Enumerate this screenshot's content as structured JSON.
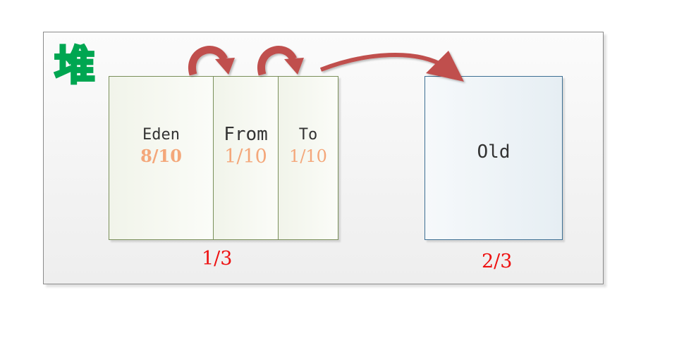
{
  "heap": {
    "title": "堆",
    "young": {
      "eden": {
        "name": "Eden",
        "ratio": "8/10"
      },
      "from": {
        "name": "From",
        "ratio": "1/10"
      },
      "to": {
        "name": "To",
        "ratio": "1/10"
      },
      "share": "1/3"
    },
    "old": {
      "name": "Old",
      "share": "2/3"
    }
  },
  "colors": {
    "title": "#00a651",
    "ratio_text": "#f4a77a",
    "share_text": "#ee1111",
    "arrow": "#c0504d",
    "young_border": "#7a8f5a",
    "old_border": "#3d6f93"
  },
  "icons": [
    "curved-arrow-eden-to-from",
    "curved-arrow-from-to-to",
    "curved-arrow-to-to-old"
  ]
}
